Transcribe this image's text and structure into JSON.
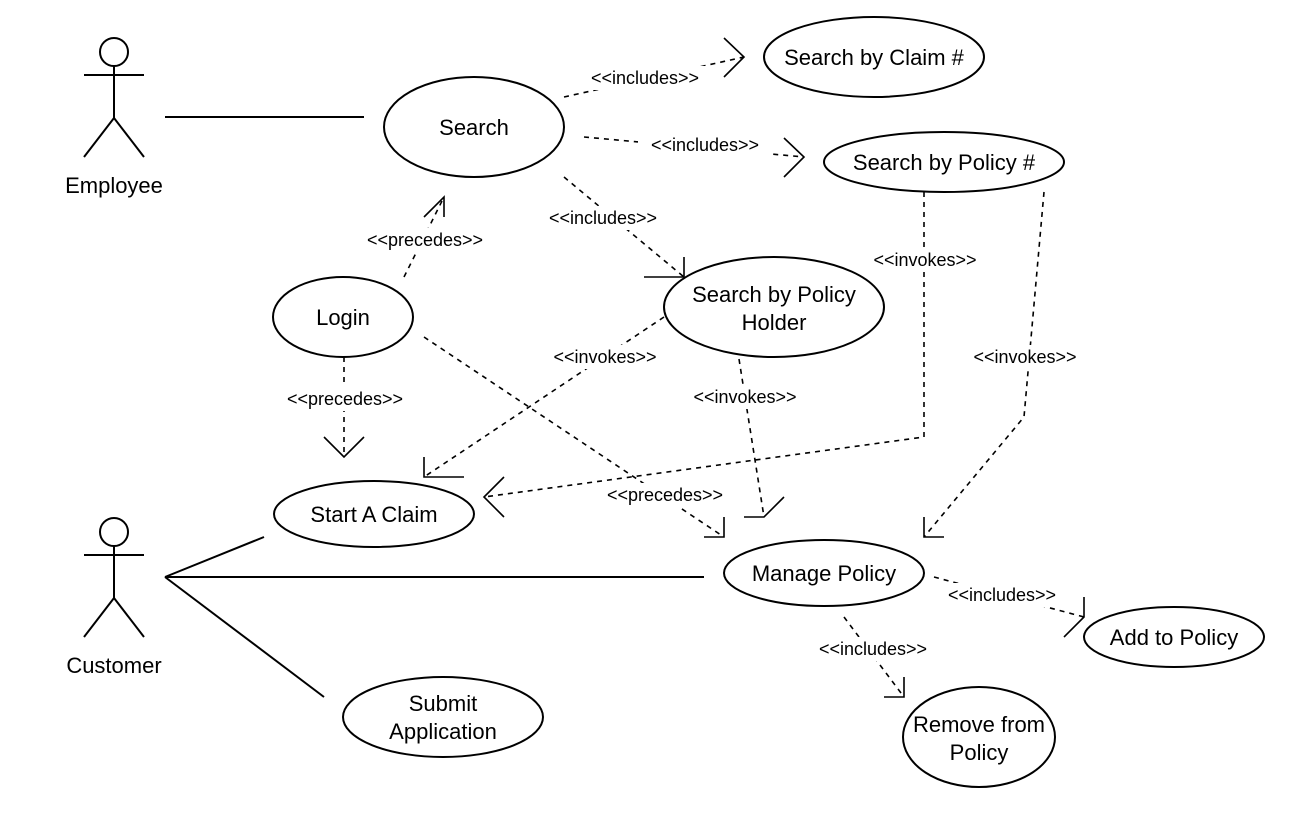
{
  "actors": {
    "employee": "Employee",
    "customer": "Customer"
  },
  "use_cases": {
    "search": "Search",
    "search_by_claim": "Search by Claim #",
    "search_by_policy": "Search by Policy #",
    "search_by_holder": [
      "Search by Policy",
      "Holder"
    ],
    "login": "Login",
    "start_claim": "Start A Claim",
    "manage_policy": "Manage Policy",
    "add_to_policy": "Add to Policy",
    "remove_from_policy": [
      "Remove from",
      "Policy"
    ],
    "submit_application": [
      "Submit",
      "Application"
    ]
  },
  "relations": {
    "search_includes_claim": "<<includes>>",
    "search_includes_policy": "<<includes>>",
    "search_includes_holder": "<<includes>>",
    "login_precedes_search": "<<precedes>>",
    "login_precedes_claim": "<<precedes>>",
    "login_precedes_manage": "<<precedes>>",
    "holder_invokes_claim": "<<invokes>>",
    "holder_invokes_manage": "<<invokes>>",
    "policy_invokes_claim": "<<invokes>>",
    "policy_invokes_manage": "<<invokes>>",
    "manage_includes_add": "<<includes>>",
    "manage_includes_remove": "<<includes>>"
  }
}
